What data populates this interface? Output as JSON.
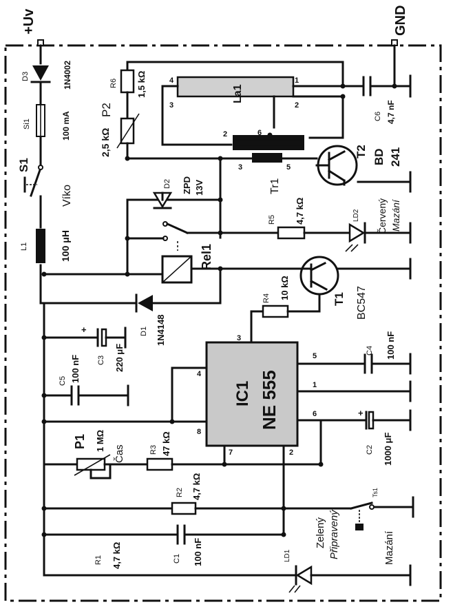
{
  "colors": {
    "ink": "#111111",
    "ic_fill": "#c9c9c9",
    "coil_fill": "#d0d0d0",
    "paper": "#ffffff"
  },
  "labels": {
    "uv": "+Uv",
    "gnd": "GND",
    "d3": "D3",
    "d3_val": "1N4002",
    "si1": "Si1",
    "si1_val": "100 mA",
    "s1": "S1",
    "s1_note": "Víko",
    "l1": "L1",
    "l1_val": "100 μH",
    "r6": "R6",
    "r6_val": "1,5 kΩ",
    "p2": "P2",
    "p2_val": "2,5 kΩ",
    "la1": "La1",
    "c6": "C6",
    "c6_val": "4,7 nF",
    "t2": "T2",
    "t2_val_a": "BD",
    "t2_val_b": "241",
    "d2": "D2",
    "d2_val_a": "ZPD",
    "d2_val_b": "13V",
    "tr1": "Tr1",
    "ld2": "LD2",
    "ld2_val_a": "Červený",
    "ld2_val_b": "Mazání",
    "r5": "R5",
    "r5_val": "4,7 kΩ",
    "rel1": "Rel1",
    "t1": "T1",
    "t1_val": "BC547",
    "d1": "D1",
    "d1_val": "1N4148",
    "r4": "R4",
    "r4_val": "10 kΩ",
    "c3": "C3",
    "c3_val": "220 μF",
    "c5": "C5",
    "c5_val": "100 nF",
    "ic1": "IC1",
    "ic1_val": "NE 555",
    "c4": "C4",
    "c4_val": "100 nF",
    "c2": "C2",
    "c2_val": "1000 μF",
    "p1": "P1",
    "p1_val": "1 MΩ",
    "p1_note": "Čas",
    "r3": "R3",
    "r3_val": "47 kΩ",
    "r2": "R2",
    "r2_val": "4,7 kΩ",
    "r1": "R1",
    "r1_val": "4,7 kΩ",
    "c1": "C1",
    "c1_val": "100 nF",
    "ts1": "Ts1",
    "ld1": "LD1",
    "ld1_val_a": "Zelený",
    "ld1_val_b": "Připravený",
    "ld1_val_c": "Mazání",
    "pins": {
      "p1": "1",
      "p2": "2",
      "p3": "3",
      "p4": "4",
      "p5": "5",
      "p6": "6",
      "p7": "7",
      "p8": "8"
    },
    "la_pins": {
      "p1": "1",
      "p2": "2",
      "p3": "3",
      "p4": "4"
    },
    "tr_pins": {
      "p2": "2",
      "p3": "3",
      "p5": "5",
      "p6": "6"
    },
    "plus": "+"
  }
}
